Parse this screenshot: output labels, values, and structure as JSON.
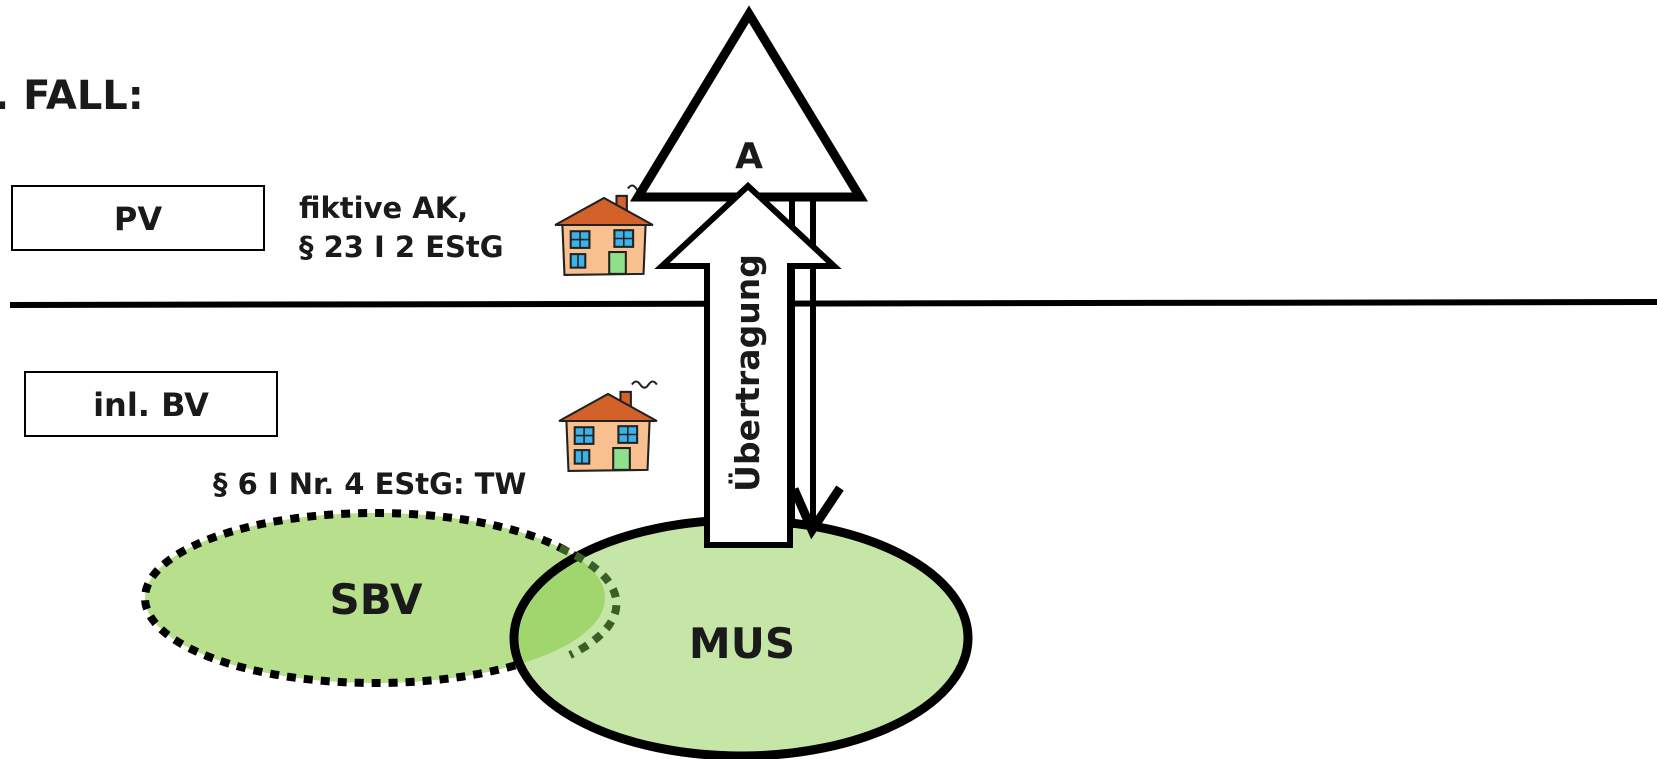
{
  "title": ". FALL:",
  "boxes": {
    "pv": "PV",
    "inl_bv": "inl. BV"
  },
  "notes": {
    "fiktive_ak_line1": "fiktive AK,",
    "fiktive_ak_line2": "§ 23 I 2 EStG",
    "teilwert": "§ 6 I Nr. 4 EStG: TW"
  },
  "triangle_label": "A",
  "arrow_label": "Übertragung",
  "ellipses": {
    "sbv": "SBV",
    "mus": "MUS"
  },
  "colors": {
    "sbv_fill": "#b8df8c",
    "mus_fill": "#c5e6a6",
    "overlap_fill": "#a1d56d",
    "house_roof": "#d2612a",
    "house_wall": "#f7c08e",
    "house_window": "#3bb3e8",
    "house_door": "#8fe08a"
  },
  "icons": [
    "house-icon",
    "house-icon"
  ]
}
